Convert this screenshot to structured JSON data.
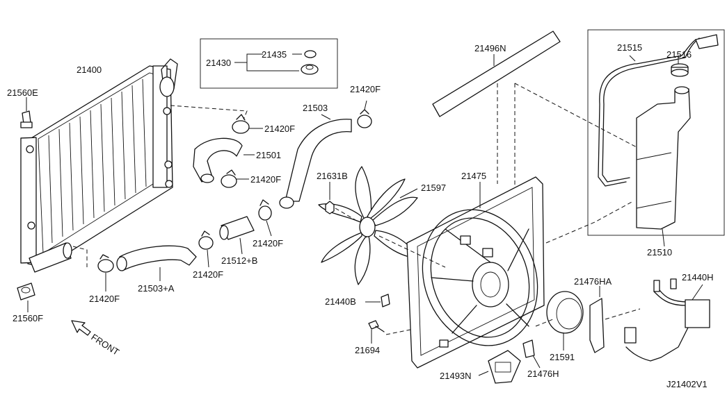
{
  "callouts": {
    "c21400": "21400",
    "c21560E": "21560E",
    "c21560F": "21560F",
    "c21430": "21430",
    "c21435": "21435",
    "c21420F_a": "21420F",
    "c21420F_b": "21420F",
    "c21420F_c": "21420F",
    "c21420F_d": "21420F",
    "c21420F_e": "21420F",
    "c21420F_f": "21420F",
    "c21501": "21501",
    "c21503": "21503",
    "c21503A": "21503+A",
    "c21512B": "21512+B",
    "c21631B": "21631B",
    "c21597": "21597",
    "c21475": "21475",
    "c21496N": "21496N",
    "c21515": "21515",
    "c21516": "21516",
    "c21510": "21510",
    "c21440B": "21440B",
    "c21694": "21694",
    "c21493N": "21493N",
    "c21476H": "21476H",
    "c21591": "21591",
    "c21476HA": "21476HA",
    "c21440H": "21440H"
  },
  "front_label": "FRONT",
  "diagram_id": "J21402V1"
}
